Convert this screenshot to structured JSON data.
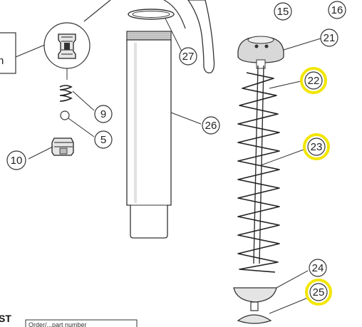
{
  "callouts": [
    {
      "id": "c15",
      "number": "15",
      "highlighted": false
    },
    {
      "id": "c16",
      "number": "16",
      "highlighted": false
    },
    {
      "id": "c21",
      "number": "21",
      "highlighted": false
    },
    {
      "id": "c22",
      "number": "22",
      "highlighted": true
    },
    {
      "id": "c23",
      "number": "23",
      "highlighted": true
    },
    {
      "id": "c24",
      "number": "24",
      "highlighted": false
    },
    {
      "id": "c25",
      "number": "25",
      "highlighted": true
    },
    {
      "id": "c26",
      "number": "26",
      "highlighted": false
    },
    {
      "id": "c27",
      "number": "27",
      "highlighted": false
    },
    {
      "id": "c9",
      "number": "9",
      "highlighted": false
    },
    {
      "id": "c5",
      "number": "5",
      "highlighted": false
    },
    {
      "id": "c10",
      "number": "10",
      "highlighted": false
    }
  ],
  "box_label_fragment": "n",
  "section_heading_fragment": "ST",
  "table_cell_fragment": "Order/...part number",
  "colors": {
    "line": "#333333",
    "highlight": "#f2e600",
    "shade": "#d8d8d8"
  }
}
